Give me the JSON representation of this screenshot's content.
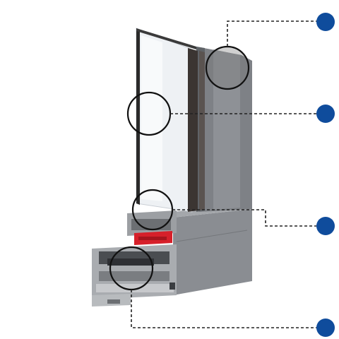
{
  "diagram": {
    "subject": "window-profile-cross-section",
    "colors": {
      "background": "#ffffff",
      "marker": "#0f4c9c",
      "leader_line": "#222222",
      "frame": "#8a8d92",
      "frame_dark": "#5f6367",
      "gasket": "#d6202a",
      "glass": "#eef1f4",
      "glazing_bead": "#3b3532",
      "callout_ring": "#111111"
    },
    "callouts": [
      {
        "id": "callout-1",
        "target": "glass-corner",
        "marker": "blue-dot"
      },
      {
        "id": "callout-2",
        "target": "glass-pane",
        "marker": "blue-dot"
      },
      {
        "id": "callout-3",
        "target": "sash-gasket",
        "marker": "blue-dot"
      },
      {
        "id": "callout-4",
        "target": "frame-chamber",
        "marker": "blue-dot"
      }
    ]
  }
}
